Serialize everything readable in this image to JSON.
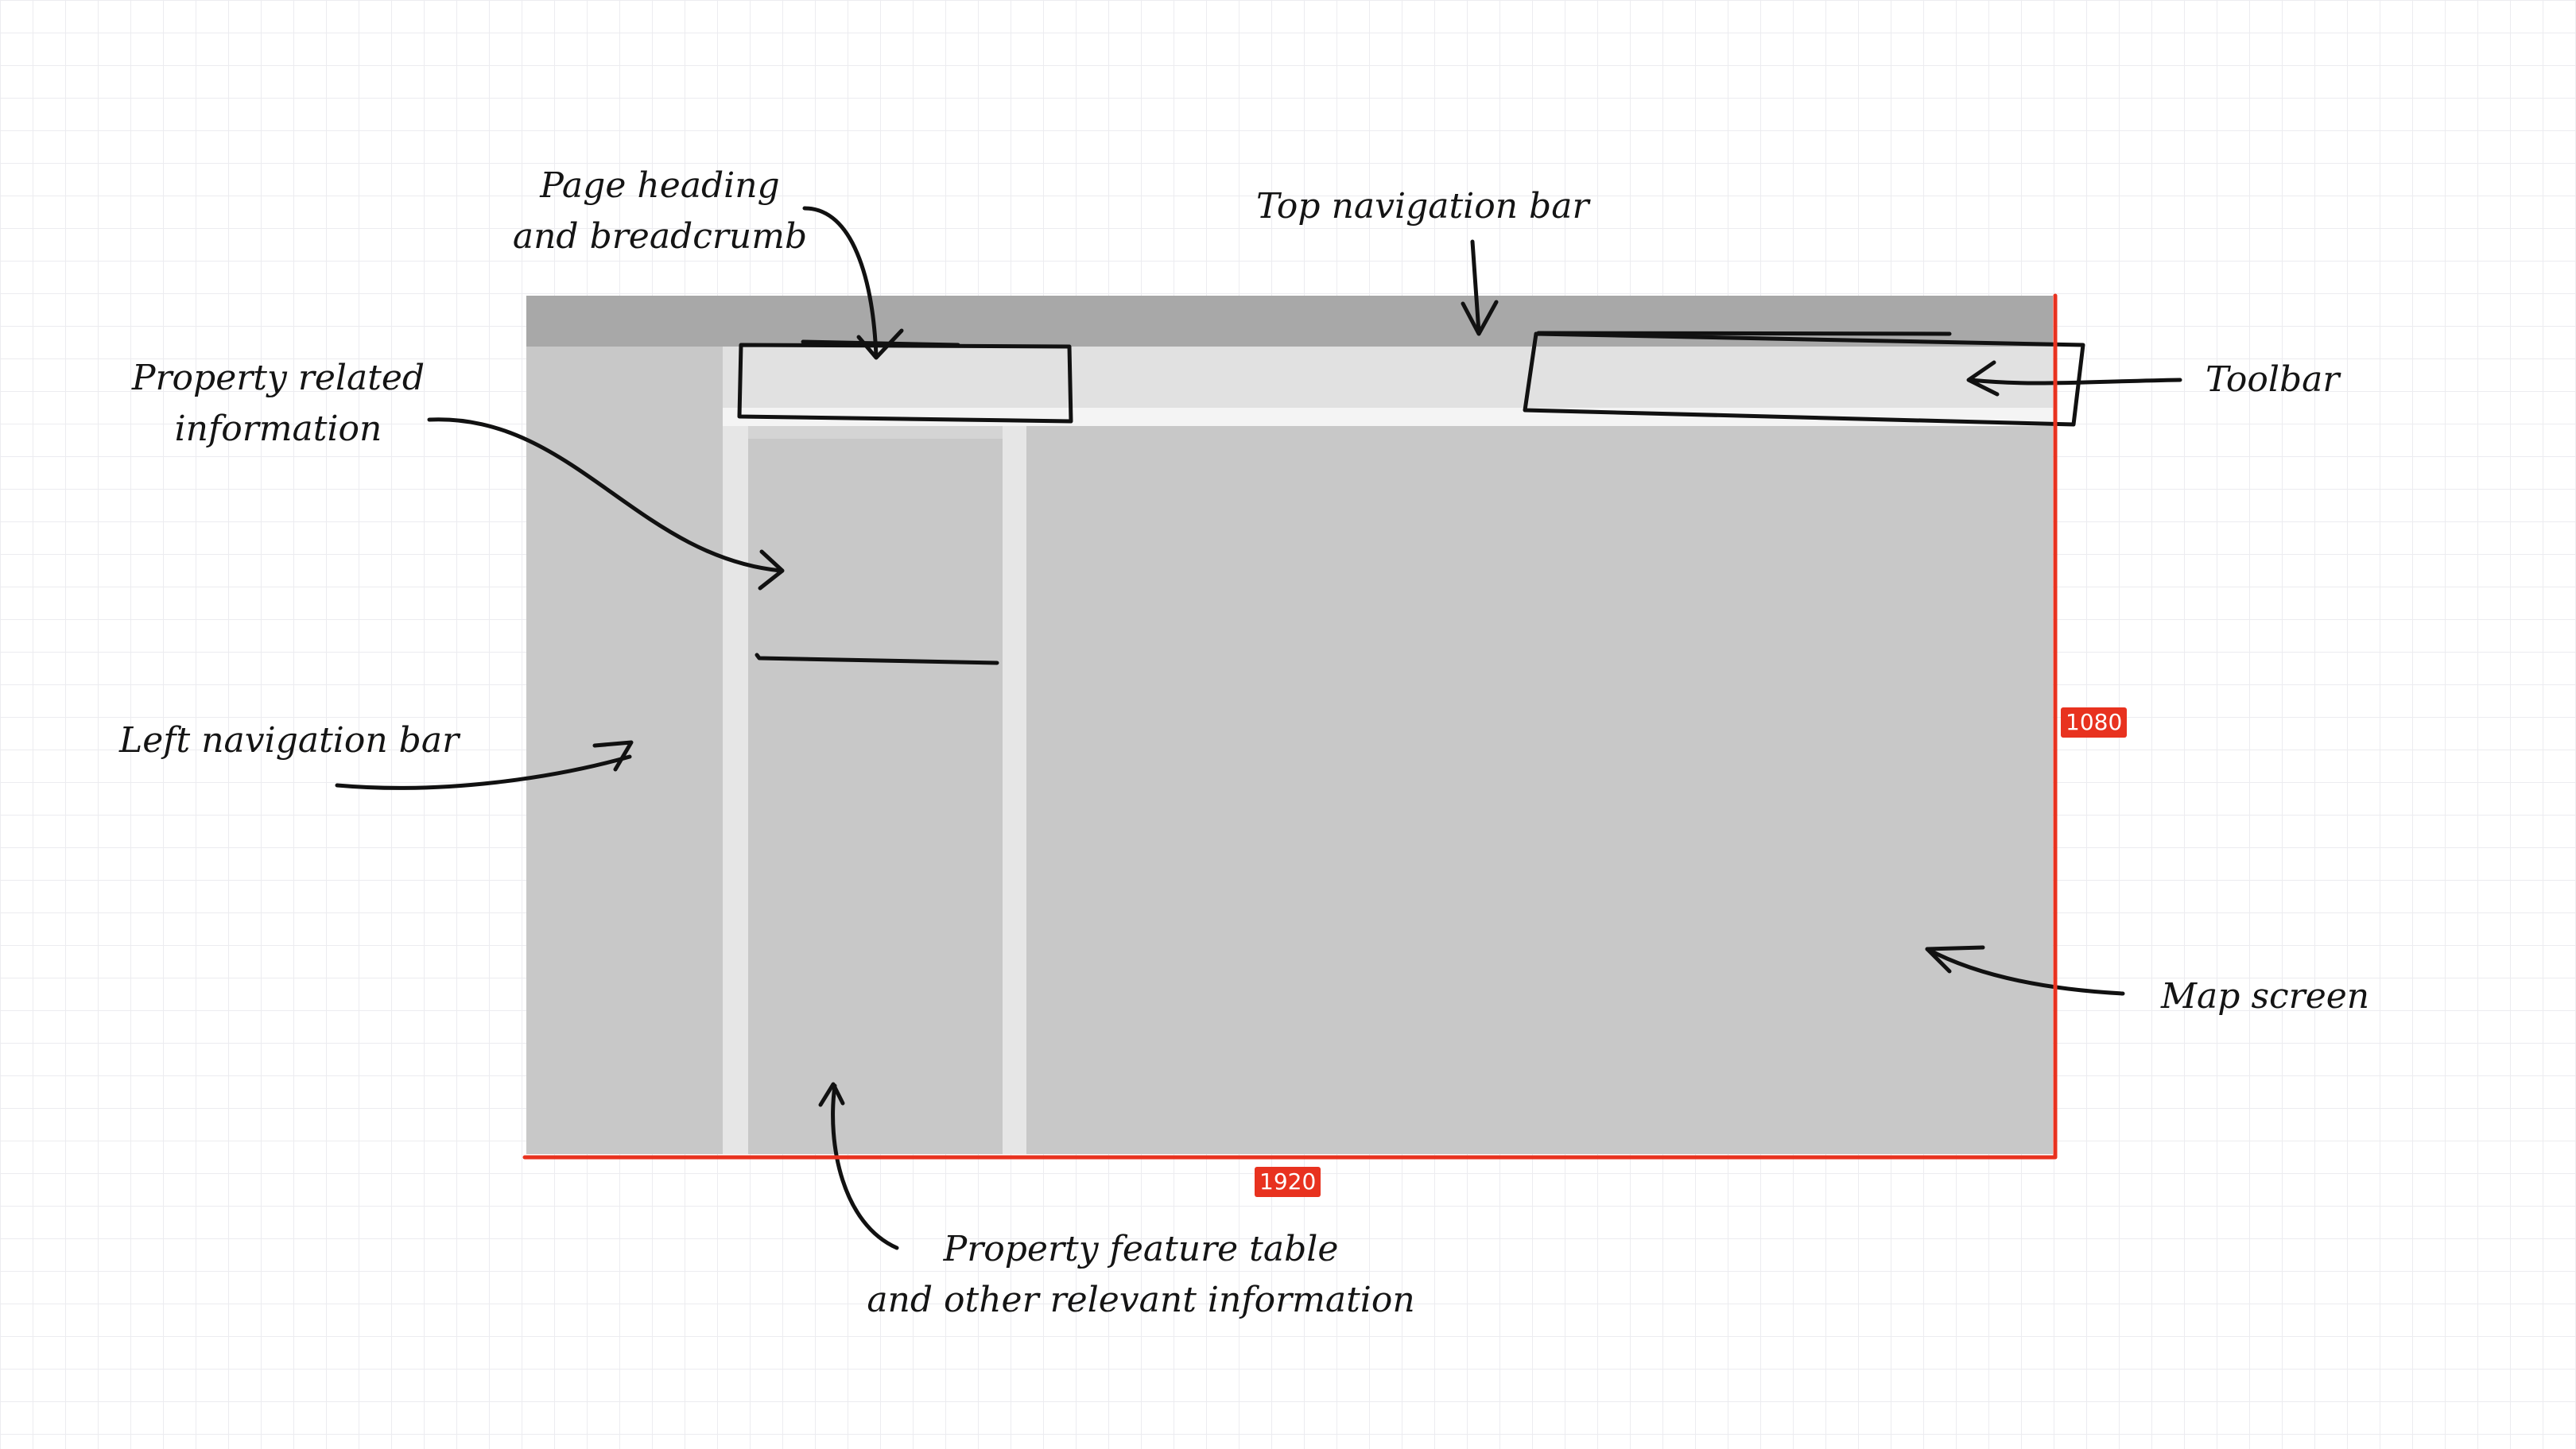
{
  "wireframe": {
    "width_label": "1920",
    "height_label": "1080"
  },
  "annotations": {
    "page_heading": [
      "Page heading",
      "and breadcrumb"
    ],
    "top_navigation": "Top navigation bar",
    "property_info": [
      "Property related",
      "information"
    ],
    "left_navigation": "Left navigation bar",
    "toolbar": "Toolbar",
    "map_screen": "Map screen",
    "feature_table": [
      "Property feature table",
      "and other relevant information"
    ]
  },
  "colors": {
    "top_nav": "#a8a8a8",
    "panels": "#c8c8c8",
    "header_strip": "#e1e1e1",
    "dimension_accent": "#e8321f",
    "ink": "#141414"
  }
}
